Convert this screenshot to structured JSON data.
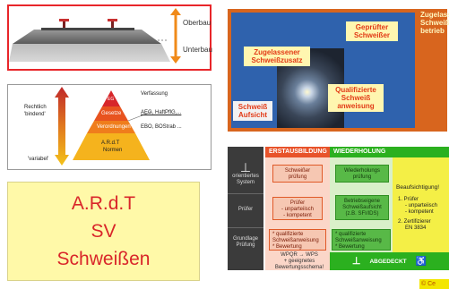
{
  "track": {
    "label_top": "Oberbau",
    "label_bottom": "Unterbau"
  },
  "pyramid": {
    "left_top": "Rechtlich",
    "left_top2": "'bindend'",
    "left_bottom": "'variabel'",
    "levels": [
      "EG",
      "Gesetze",
      "Verordnungen",
      "A.R.d.T",
      "Normen"
    ],
    "right": [
      "Verfassung",
      "AEG, HaftPflG,...",
      "EBO, BOStrab ..."
    ]
  },
  "yellow": {
    "line1": "A.R.d.T",
    "line2": "SV",
    "line3": "Schweißen"
  },
  "collage": {
    "note1": [
      "Zugelassener",
      "Schweißzusatz"
    ],
    "note2": [
      "Geprüfter",
      "Schweißer"
    ],
    "note3": [
      "Zugelassener",
      "Schweiß",
      "betrieb"
    ],
    "note4": [
      "Qualifizierte",
      "Schweiß",
      "anweisung"
    ],
    "note5": [
      "Schweiß",
      "Aufsicht"
    ]
  },
  "table": {
    "header_left": "ERSTAUSBILDUNG",
    "header_right": "WIEDERHOLUNG",
    "row_labels": [
      [
        "orientiertes",
        "System"
      ],
      [
        "Prüfer"
      ],
      [
        "Grundlage",
        "Prüfung"
      ]
    ],
    "p1": [
      "Schweißer",
      "prüfung"
    ],
    "p2": [
      "Prüfer",
      "- unparteiisch",
      "- kompetent"
    ],
    "p3": [
      "* qualifizierte",
      "Schweißanweisung",
      "* Bewertung"
    ],
    "p4": [
      "WPQR → WPS",
      "+ geeignetes",
      "Bewertungsschema!"
    ],
    "w1": [
      "Wiederholungs",
      "prüfung"
    ],
    "w2": [
      "Betriebseigene",
      "Schweißaufsicht",
      "(z.B. SFI/IDS)"
    ],
    "w3": [
      "* qualifizierte",
      "Schweißanweisung",
      "* Bewertung"
    ],
    "yellow_title": "Beaufsichtigung!",
    "yellow_items": [
      "1. Prüfer",
      "- unparteiisch",
      "- kompetent",
      "2. Zertifizierer",
      "EN 3834"
    ],
    "abgedeckt": "ABGEDECKT"
  },
  "copyright": "© Ce",
  "colors": {
    "red": "#e8262a",
    "orange": "#d8651e",
    "blue": "#2f62ad",
    "green": "#2bb01f",
    "yellow": "#fff9a8"
  }
}
